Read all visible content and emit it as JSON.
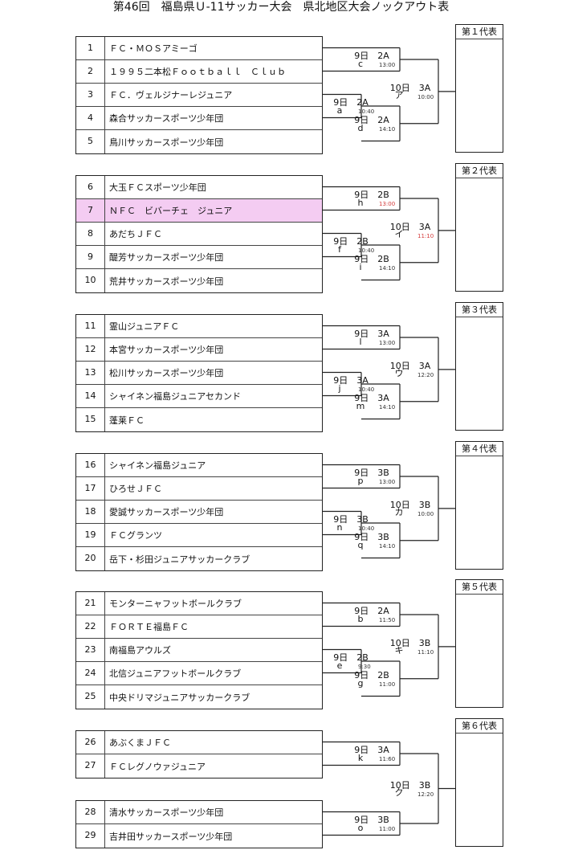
{
  "title": "第46回　福島県Ｕ-11サッカー大会　県北地区大会ノックアウト表",
  "colors": {
    "highlight": "#f4ccf2",
    "time_red": "#d43c3c",
    "time_normal": "#333333"
  },
  "groups": [
    {
      "rep": "第１代表",
      "teams": [
        {
          "num": "1",
          "name": "ＦＣ・ＭＯＳアミーゴ"
        },
        {
          "num": "2",
          "name": "１９９５二本松Ｆｏｏｔｂａｌｌ　Ｃｌｕｂ"
        },
        {
          "num": "3",
          "name": "ＦＣ．ヴェルジナーレジュニア"
        },
        {
          "num": "4",
          "name": "森合サッカースポーツ少年団"
        },
        {
          "num": "5",
          "name": "鳥川サッカースポーツ少年団"
        }
      ],
      "matches": [
        {
          "datetime": "9日　2A",
          "code": "c",
          "time": "13:00"
        },
        {
          "datetime": "9日　2A",
          "code": "a",
          "time": "10:40"
        },
        {
          "datetime": "9日　2A",
          "code": "d",
          "time": "14:10"
        },
        {
          "datetime": "10日　3A",
          "code": "ア",
          "time": "10:00"
        }
      ]
    },
    {
      "rep": "第２代表",
      "teams": [
        {
          "num": "6",
          "name": "大玉ＦＣスポーツ少年団"
        },
        {
          "num": "7",
          "name": "ＮＦＣ　ビバーチェ　ジュニア",
          "highlight": true
        },
        {
          "num": "8",
          "name": "あだちＪＦＣ"
        },
        {
          "num": "9",
          "name": "醍芳サッカースポーツ少年団"
        },
        {
          "num": "10",
          "name": "荒井サッカースポーツ少年団"
        }
      ],
      "matches": [
        {
          "datetime": "9日　2B",
          "code": "h",
          "time": "13:00",
          "red": true
        },
        {
          "datetime": "9日　2B",
          "code": "f",
          "time": "10:40"
        },
        {
          "datetime": "9日　2B",
          "code": "i",
          "time": "14:10"
        },
        {
          "datetime": "10日　3A",
          "code": "イ",
          "time": "11:10",
          "red": true
        }
      ]
    },
    {
      "rep": "第３代表",
      "teams": [
        {
          "num": "11",
          "name": "霊山ジュニアＦＣ"
        },
        {
          "num": "12",
          "name": "本宮サッカースポーツ少年団"
        },
        {
          "num": "13",
          "name": "松川サッカースポーツ少年団"
        },
        {
          "num": "14",
          "name": "シャイネン福島ジュニアセカンド"
        },
        {
          "num": "15",
          "name": "蓬莱ＦＣ"
        }
      ],
      "matches": [
        {
          "datetime": "9日　3A",
          "code": "l",
          "time": "13:00"
        },
        {
          "datetime": "9日　3A",
          "code": "j",
          "time": "10:40"
        },
        {
          "datetime": "9日　3A",
          "code": "m",
          "time": "14:10"
        },
        {
          "datetime": "10日　3A",
          "code": "ウ",
          "time": "12:20"
        }
      ]
    },
    {
      "rep": "第４代表",
      "teams": [
        {
          "num": "16",
          "name": "シャイネン福島ジュニア"
        },
        {
          "num": "17",
          "name": "ひろせＪＦＣ"
        },
        {
          "num": "18",
          "name": "愛誠サッカースポーツ少年団"
        },
        {
          "num": "19",
          "name": "ＦＣグランツ"
        },
        {
          "num": "20",
          "name": "岳下・杉田ジュニアサッカークラブ"
        }
      ],
      "matches": [
        {
          "datetime": "9日　3B",
          "code": "p",
          "time": "13:00"
        },
        {
          "datetime": "9日　3B",
          "code": "n",
          "time": "10:40"
        },
        {
          "datetime": "9日　3B",
          "code": "q",
          "time": "14:10"
        },
        {
          "datetime": "10日　3B",
          "code": "カ",
          "time": "10:00"
        }
      ]
    },
    {
      "rep": "第５代表",
      "teams": [
        {
          "num": "21",
          "name": "モンターニャフットボールクラブ"
        },
        {
          "num": "22",
          "name": "ＦＯＲＴＥ福島ＦＣ"
        },
        {
          "num": "23",
          "name": "南福島アウルズ"
        },
        {
          "num": "24",
          "name": "北信ジュニアフットボールクラブ"
        },
        {
          "num": "25",
          "name": "中央ドリマジュニアサッカークラブ"
        }
      ],
      "matches": [
        {
          "datetime": "9日　2A",
          "code": "b",
          "time": "11:50"
        },
        {
          "datetime": "9日　2B",
          "code": "e",
          "time": "9:30"
        },
        {
          "datetime": "9日　2B",
          "code": "g",
          "time": "11:00"
        },
        {
          "datetime": "10日　3B",
          "code": "キ",
          "time": "11:10"
        }
      ]
    },
    {
      "rep": "第６代表",
      "teams": [
        {
          "num": "26",
          "name": "あぶくまＪＦＣ"
        },
        {
          "num": "27",
          "name": "ＦＣレグノウァジュニア"
        },
        {
          "num": "28",
          "name": "清水サッカースポーツ少年団"
        },
        {
          "num": "29",
          "name": "吉井田サッカースポーツ少年団"
        }
      ],
      "matches": [
        {
          "datetime": "9日　3A",
          "code": "k",
          "time": "11:60"
        },
        {
          "datetime": "9日　3B",
          "code": "o",
          "time": "11:00"
        },
        {
          "datetime": "10日　3B",
          "code": "ク",
          "time": "12:20"
        }
      ]
    }
  ]
}
